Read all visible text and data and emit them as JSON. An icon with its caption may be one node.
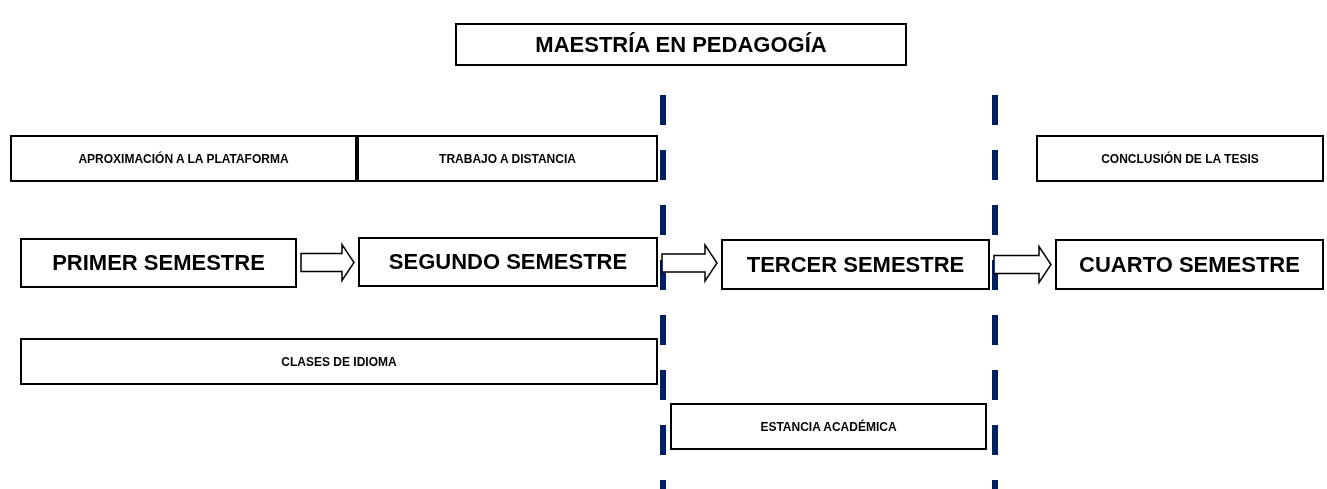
{
  "diagram": {
    "title": "MAESTRÍA EN PEDAGOGÍA",
    "nodes": [
      {
        "text": [
          "APROXIMACIÓN A LA PLATAFORMA"
        ]
      },
      {
        "text": [
          "TRABAJO A DISTANCIA"
        ]
      },
      {
        "text": [
          "CONCLUSIÓN DE LA TESIS"
        ]
      },
      {
        "text": [
          "PRIMER SEMESTRE"
        ]
      },
      {
        "text": [
          "SEGUNDO SEMESTRE"
        ]
      },
      {
        "text": [
          "TERCER SEMESTRE"
        ]
      },
      {
        "text": [
          "CUARTO SEMESTRE"
        ]
      },
      {
        "text": [
          "CLASES DE IDIOMA"
        ]
      },
      {
        "text": [
          "ESTANCIA ACADÉMICA"
        ]
      }
    ],
    "edges": [
      {
        "from": 3,
        "to": 4,
        "arrow": "to"
      },
      {
        "from": 4,
        "to": 5,
        "arrow": "to"
      },
      {
        "from": 5,
        "to": 6,
        "arrow": "to"
      }
    ]
  }
}
